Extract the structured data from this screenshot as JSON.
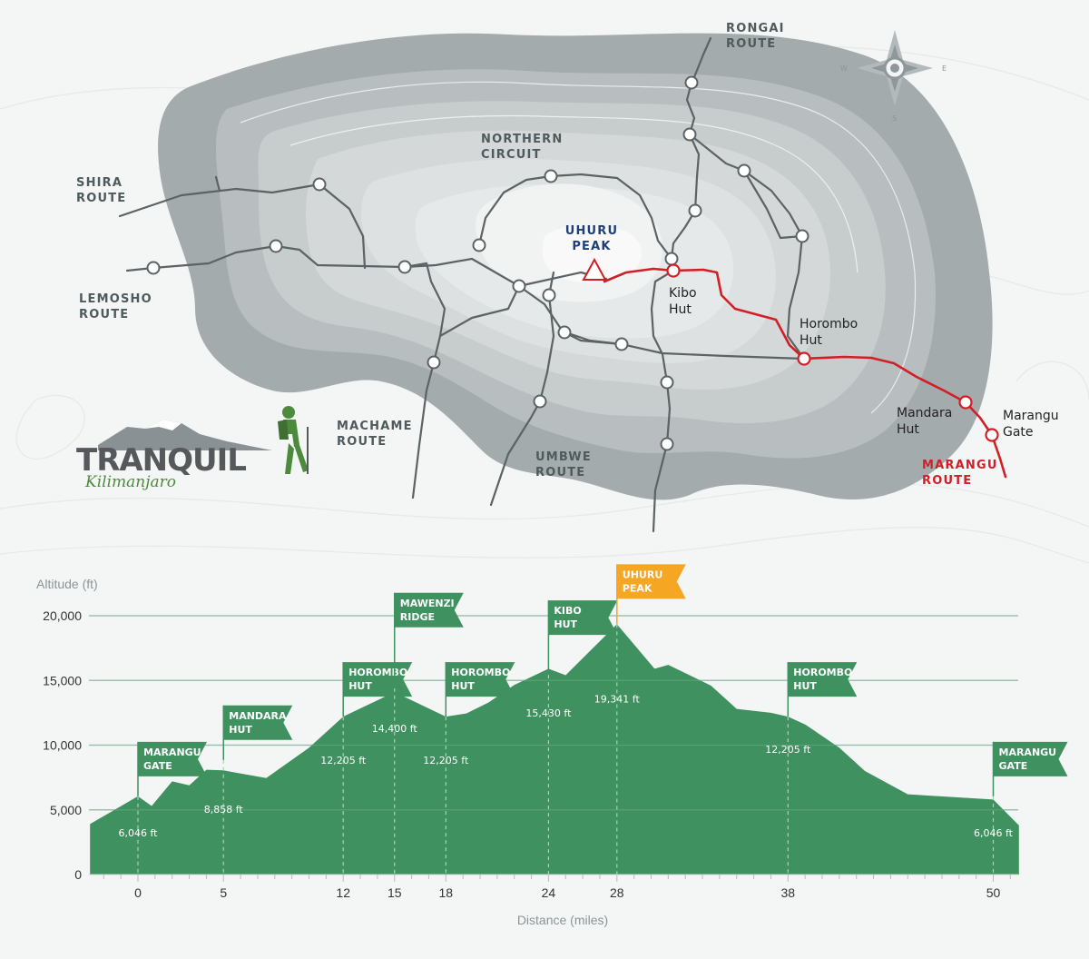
{
  "colors": {
    "profile_fill": "#3f915f",
    "flag_green": "#3f915f",
    "flag_orange": "#f5a623",
    "marangu_red": "#d21f27",
    "mountain_outer": "#a4abad",
    "peak_blue": "#1f3f7a"
  },
  "map": {
    "routes": [
      {
        "lines": [
          "RONGAI",
          "ROUTE"
        ]
      },
      {
        "lines": [
          "NORTHERN",
          "CIRCUIT"
        ]
      },
      {
        "lines": [
          "SHIRA",
          "ROUTE"
        ]
      },
      {
        "lines": [
          "LEMOSHO",
          "ROUTE"
        ]
      },
      {
        "lines": [
          "MACHAME",
          "ROUTE"
        ]
      },
      {
        "lines": [
          "UMBWE",
          "ROUTE"
        ]
      }
    ],
    "peak": {
      "lines": [
        "UHURU",
        "PEAK"
      ],
      "icon": "triangle-summit-icon"
    },
    "huts": [
      {
        "lines": [
          "Kibo",
          "Hut"
        ]
      },
      {
        "lines": [
          "Horombo",
          "Hut"
        ]
      },
      {
        "lines": [
          "Mandara",
          "Hut"
        ]
      },
      {
        "lines": [
          "Marangu",
          "Gate"
        ]
      }
    ],
    "highlight_route": {
      "lines": [
        "MARANGU",
        "ROUTE"
      ]
    },
    "compass": {
      "w": "W",
      "e": "E",
      "s": "S",
      "icon": "compass-rose-icon"
    },
    "logo": {
      "main": "TRANQUIL",
      "sub": "Kilimanjaro",
      "icon": "hiker-icon"
    }
  },
  "chart_data": {
    "type": "area",
    "ylabel": "Altitude (ft)",
    "xlabel": "Distance (miles)",
    "ylim": [
      0,
      20000
    ],
    "yticks": [
      "20,000",
      "15,000",
      "10,000",
      "5,000",
      "0"
    ],
    "ytick_values": [
      20000,
      15000,
      10000,
      5000,
      0
    ],
    "xticks": [
      "0",
      "5",
      "12",
      "15",
      "18",
      "24",
      "28",
      "38",
      "50"
    ],
    "xtick_values": [
      0,
      5,
      12,
      15,
      18,
      24,
      28,
      38,
      50
    ],
    "grid": true,
    "profile": [
      [
        -2.8,
        3900
      ],
      [
        0,
        6046
      ],
      [
        0.8,
        5300
      ],
      [
        2,
        7200
      ],
      [
        3,
        6900
      ],
      [
        4,
        8100
      ],
      [
        5,
        8050
      ],
      [
        7.5,
        7450
      ],
      [
        10,
        9800
      ],
      [
        12,
        12205
      ],
      [
        15,
        14100
      ],
      [
        18,
        12205
      ],
      [
        19.2,
        12450
      ],
      [
        20.5,
        13300
      ],
      [
        22,
        14650
      ],
      [
        24,
        15900
      ],
      [
        25,
        15400
      ],
      [
        28,
        19341
      ],
      [
        30.2,
        15900
      ],
      [
        31,
        16200
      ],
      [
        33.5,
        14600
      ],
      [
        35,
        12800
      ],
      [
        37,
        12500
      ],
      [
        38,
        12205
      ],
      [
        39,
        11600
      ],
      [
        41,
        9800
      ],
      [
        42.5,
        8000
      ],
      [
        45,
        6200
      ],
      [
        50,
        5800
      ],
      [
        51.5,
        3800
      ]
    ],
    "waypoints": [
      {
        "x": 0,
        "peak": 6046,
        "altitude_label": "6,046 ft",
        "flag": [
          "MARANGU",
          "GATE"
        ],
        "highlight": false
      },
      {
        "x": 5,
        "peak": 8858,
        "altitude_label": "8,858 ft",
        "flag": [
          "MANDARA",
          "HUT"
        ],
        "highlight": false
      },
      {
        "x": 12,
        "peak": 12205,
        "altitude_label": "12,205 ft",
        "flag": [
          "HOROMBO",
          "HUT"
        ],
        "highlight": false
      },
      {
        "x": 15,
        "peak": 14400,
        "altitude_label": "14,400 ft",
        "flag": [
          "MAWENZI",
          "RIDGE"
        ],
        "highlight": false
      },
      {
        "x": 18,
        "peak": 12205,
        "altitude_label": "12,205 ft",
        "flag": [
          "HOROMBO",
          "HUT"
        ],
        "highlight": false
      },
      {
        "x": 24,
        "peak": 15430,
        "altitude_label": "15,430 ft",
        "flag": [
          "KIBO",
          "HUT"
        ],
        "highlight": false
      },
      {
        "x": 28,
        "peak": 19341,
        "altitude_label": "19,341 ft",
        "flag": [
          "UHURU",
          "PEAK"
        ],
        "highlight": true
      },
      {
        "x": 38,
        "peak": 12205,
        "altitude_label": "12,205 ft",
        "flag": [
          "HOROMBO",
          "HUT"
        ],
        "highlight": false
      },
      {
        "x": 50,
        "peak": 6046,
        "altitude_label": "6,046 ft",
        "flag": [
          "MARANGU",
          "GATE"
        ],
        "highlight": false
      }
    ]
  }
}
